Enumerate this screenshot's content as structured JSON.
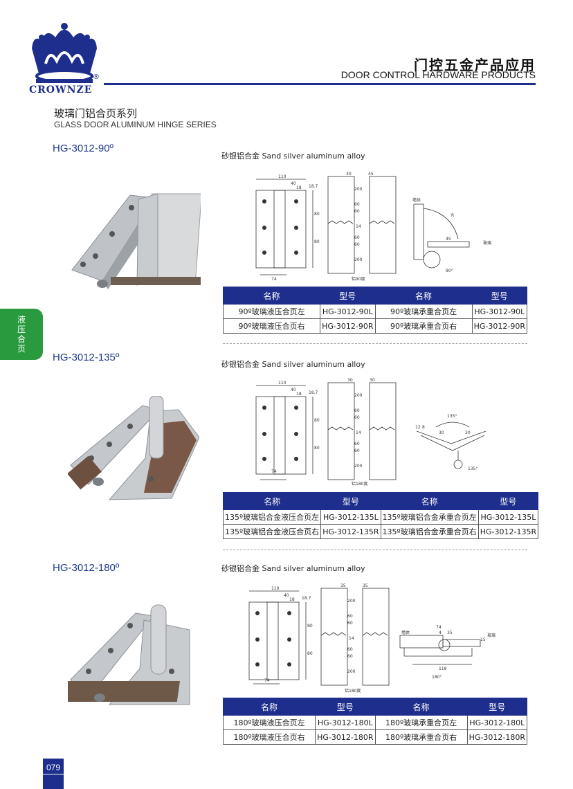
{
  "header": {
    "brand_name": "CROWNZE",
    "registered_mark": "®",
    "title_cn": "门控五金产品应用",
    "title_en": "DOOR CONTROL HARDWARE PRODUCTS"
  },
  "series": {
    "title_cn": "玻璃门铝合页系列",
    "title_en": "GLASS DOOR ALUMINUM HINGE SERIES"
  },
  "side_tab": {
    "chars": [
      "液",
      "压",
      "合",
      "页"
    ]
  },
  "colors": {
    "brand_blue": "#1e2e8c",
    "tab_green": "#2a9a3f"
  },
  "sections": [
    {
      "model": "HG-3012-90º",
      "material": "砂银铝合金  Sand silver aluminum alloy",
      "drawing_caption": "铝90度",
      "dims": {
        "width": "110",
        "d40": "40",
        "d18": "18",
        "d187": "18.7",
        "d74": "74",
        "d80a": "80",
        "d80b": "80",
        "top": "30",
        "top2": "45",
        "h200a": "200",
        "h200b": "200",
        "h60a": "60",
        "h60b": "60",
        "h60c": "60",
        "h60d": "60",
        "d14": "14"
      },
      "detail": {
        "wall": "墙体",
        "glass": "玻璃",
        "angle": "90°",
        "r": "R",
        "d45": "45"
      },
      "headers": [
        "名称",
        "型号",
        "名称",
        "型号"
      ],
      "rows": [
        [
          "90º玻璃液压合页左",
          "HG-3012-90L",
          "90º玻璃承重合页左",
          "HG-3012-90L"
        ],
        [
          "90º玻璃液压合页右",
          "HG-3012-90R",
          "90º玻璃承重合页右",
          "HG-3012-90R"
        ]
      ]
    },
    {
      "model": "HG-3012-135º",
      "material": "砂银铝合金  Sand silver aluminum alloy",
      "drawing_caption": "铝180度",
      "dims": {
        "width": "110",
        "d40": "40",
        "d18": "18",
        "d187": "18.7",
        "d74": "74",
        "d80a": "80",
        "d80b": "80",
        "top": "30",
        "top2": "30",
        "h200a": "200",
        "h200b": "200",
        "h60a": "60",
        "h60b": "60",
        "h60c": "60",
        "h60d": "60",
        "d14": "14"
      },
      "detail": {
        "angle_top": "135°",
        "angle_bottom": "135°",
        "d30": "30",
        "d30b": "30",
        "d12": "12",
        "d8": "8"
      },
      "headers": [
        "名称",
        "型号",
        "名称",
        "型号"
      ],
      "rows": [
        [
          "135º玻璃铝合金液压合页左",
          "HG-3012-135L",
          "135º玻璃铝合金承重合页左",
          "HG-3012-135L"
        ],
        [
          "135º玻璃铝合金液压合页右",
          "HG-3012-135R",
          "135º玻璃铝合金承重合页右",
          "HG-3012-135R"
        ]
      ]
    },
    {
      "model": "HG-3012-180º",
      "material": "砂银铝合金  Sand silver aluminum alloy",
      "drawing_caption": "铝180度",
      "dims": {
        "width": "110",
        "d40": "40",
        "d18": "18",
        "d187": "18.7",
        "d74": "74",
        "d80a": "80",
        "d80b": "80",
        "top": "35",
        "top2": "35",
        "h200a": "200",
        "h200b": "200",
        "h60a": "60",
        "h60b": "60",
        "h60c": "60",
        "h60d": "60",
        "d14": "14"
      },
      "detail": {
        "wall": "墙体",
        "glass": "玻璃",
        "d74": "74",
        "d4": "4",
        "d35": "35",
        "d15": "15",
        "d118": "118",
        "angle": "180°"
      },
      "headers": [
        "名称",
        "型号",
        "名称",
        "型号"
      ],
      "rows": [
        [
          "180º玻璃液压合页左",
          "HG-3012-180L",
          "180º玻璃承重合页左",
          "HG-3012-180L"
        ],
        [
          "180º玻璃液压合页右",
          "HG-3012-180R",
          "180º玻璃承重合页右",
          "HG-3012-180R"
        ]
      ]
    }
  ],
  "page_number": "079"
}
